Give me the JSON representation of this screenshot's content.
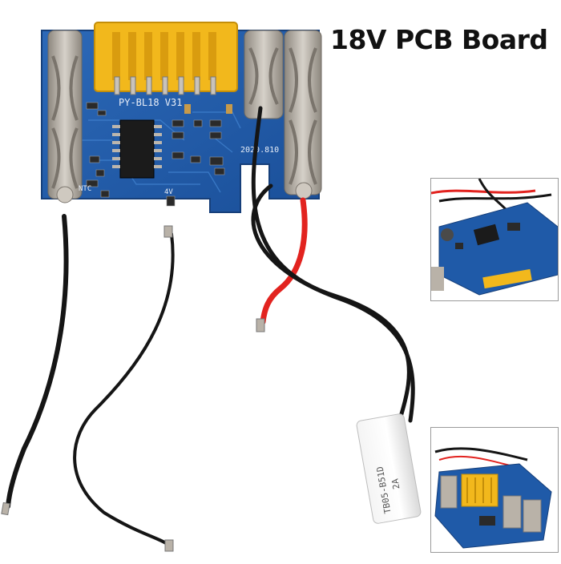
{
  "title": "18V PCB Board",
  "board": {
    "silkscreen_model": "PY-BL18 V31",
    "silkscreen_date": "2020.810",
    "silkscreen_ntc": "NTC",
    "silkscreen_4v": "4V"
  },
  "thermal_fuse": {
    "marking_line1": "TB05-B51D",
    "marking_line2": "2A"
  },
  "insets": {
    "top": "top-detail-photo",
    "bottom": "bottom-detail-photo"
  },
  "colors": {
    "pcb": "#1f5aa8",
    "connector": "#f2b81c",
    "wire_black": "#151515",
    "wire_red": "#e2231f",
    "metal": "#b9b2a8"
  }
}
